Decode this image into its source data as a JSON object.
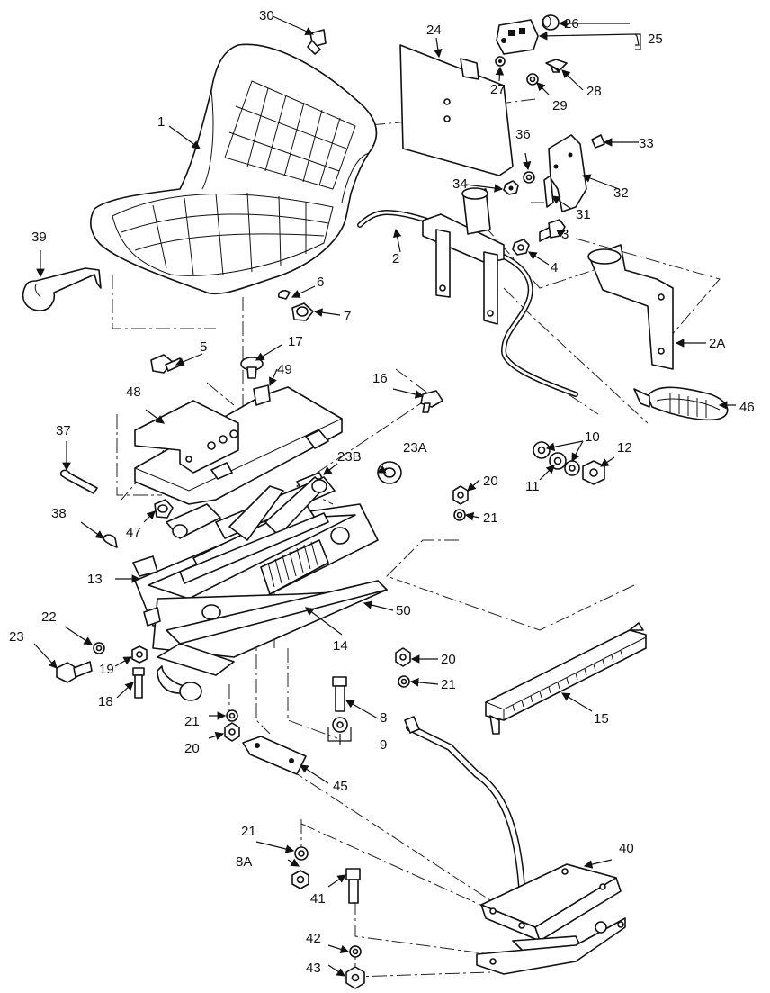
{
  "callouts": [
    {
      "id": "1",
      "text": "1"
    },
    {
      "id": "2",
      "text": "2"
    },
    {
      "id": "2A",
      "text": "2A"
    },
    {
      "id": "3",
      "text": "3"
    },
    {
      "id": "4",
      "text": "4"
    },
    {
      "id": "5",
      "text": "5"
    },
    {
      "id": "6",
      "text": "6"
    },
    {
      "id": "7",
      "text": "7"
    },
    {
      "id": "8",
      "text": "8"
    },
    {
      "id": "8A",
      "text": "8A"
    },
    {
      "id": "9",
      "text": "9"
    },
    {
      "id": "10",
      "text": "10"
    },
    {
      "id": "11",
      "text": "11"
    },
    {
      "id": "12",
      "text": "12"
    },
    {
      "id": "13",
      "text": "13"
    },
    {
      "id": "14",
      "text": "14"
    },
    {
      "id": "15",
      "text": "15"
    },
    {
      "id": "16",
      "text": "16"
    },
    {
      "id": "17",
      "text": "17"
    },
    {
      "id": "18",
      "text": "18"
    },
    {
      "id": "19",
      "text": "19"
    },
    {
      "id": "20a",
      "text": "20"
    },
    {
      "id": "20b",
      "text": "20"
    },
    {
      "id": "20c",
      "text": "20"
    },
    {
      "id": "21a",
      "text": "21"
    },
    {
      "id": "21b",
      "text": "21"
    },
    {
      "id": "21c",
      "text": "21"
    },
    {
      "id": "21d",
      "text": "21"
    },
    {
      "id": "22",
      "text": "22"
    },
    {
      "id": "23",
      "text": "23"
    },
    {
      "id": "23A",
      "text": "23A"
    },
    {
      "id": "23B",
      "text": "23B"
    },
    {
      "id": "24",
      "text": "24"
    },
    {
      "id": "25",
      "text": "25"
    },
    {
      "id": "26",
      "text": "26"
    },
    {
      "id": "27",
      "text": "27"
    },
    {
      "id": "28",
      "text": "28"
    },
    {
      "id": "29",
      "text": "29"
    },
    {
      "id": "30",
      "text": "30"
    },
    {
      "id": "31",
      "text": "31"
    },
    {
      "id": "32",
      "text": "32"
    },
    {
      "id": "33",
      "text": "33"
    },
    {
      "id": "34",
      "text": "34"
    },
    {
      "id": "36",
      "text": "36"
    },
    {
      "id": "37",
      "text": "37"
    },
    {
      "id": "38",
      "text": "38"
    },
    {
      "id": "39",
      "text": "39"
    },
    {
      "id": "40",
      "text": "40"
    },
    {
      "id": "41",
      "text": "41"
    },
    {
      "id": "42",
      "text": "42"
    },
    {
      "id": "43",
      "text": "43"
    },
    {
      "id": "45",
      "text": "45"
    },
    {
      "id": "46",
      "text": "46"
    },
    {
      "id": "47",
      "text": "47"
    },
    {
      "id": "48",
      "text": "48"
    },
    {
      "id": "49",
      "text": "49"
    },
    {
      "id": "50",
      "text": "50"
    }
  ]
}
